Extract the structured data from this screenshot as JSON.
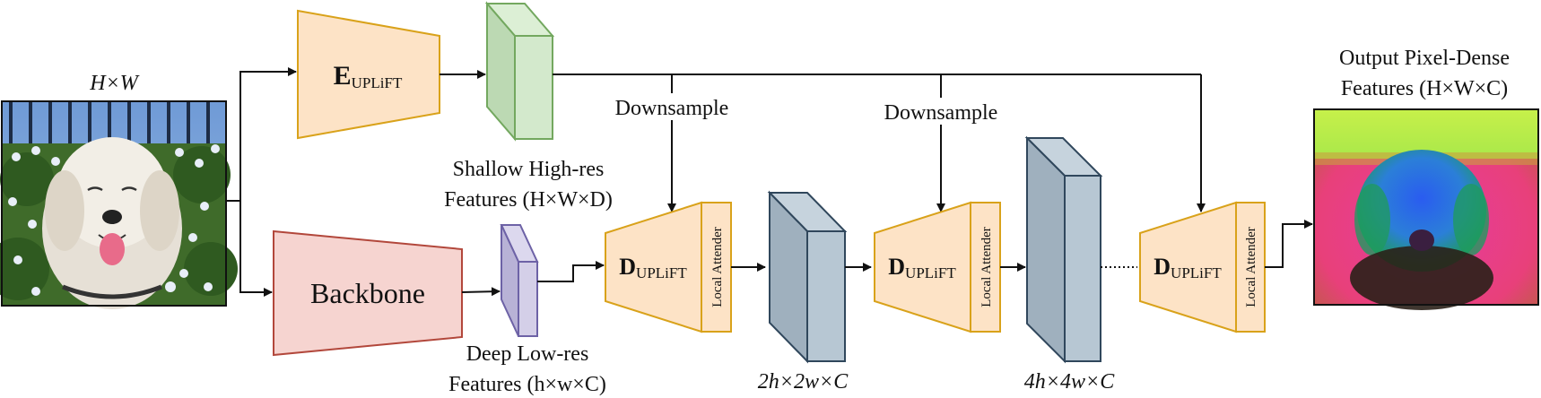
{
  "input": {
    "dims_label": "H×W"
  },
  "encoder": {
    "main": "E",
    "sub": "UPLiFT"
  },
  "shallow": {
    "line1": "Shallow High-res",
    "line2": "Features (H×W×D)"
  },
  "backbone": {
    "label": "Backbone"
  },
  "deep": {
    "line1": "Deep Low-res",
    "line2": "Features (h×w×C)"
  },
  "downsample_1": "Downsample",
  "downsample_2": "Downsample",
  "decoder": {
    "main": "D",
    "sub": "UPLiFT",
    "attender": "Local Attender"
  },
  "features_2x": "2h×2w×C",
  "features_4x": "4h×4w×C",
  "output": {
    "line1": "Output Pixel-Dense",
    "line2": "Features (H×W×C)"
  },
  "colors": {
    "orange_fill": "#fde3c6",
    "orange_stroke": "#d9a21a",
    "green_fill": "#c9e2c3",
    "green_stroke": "#73a85f",
    "red_fill": "#f6d4d0",
    "red_stroke": "#b2473b",
    "purple_fill": "#c9c4e0",
    "purple_stroke": "#6d62a6",
    "slate_fill": "#aebfcc",
    "slate_stroke": "#30475c"
  }
}
